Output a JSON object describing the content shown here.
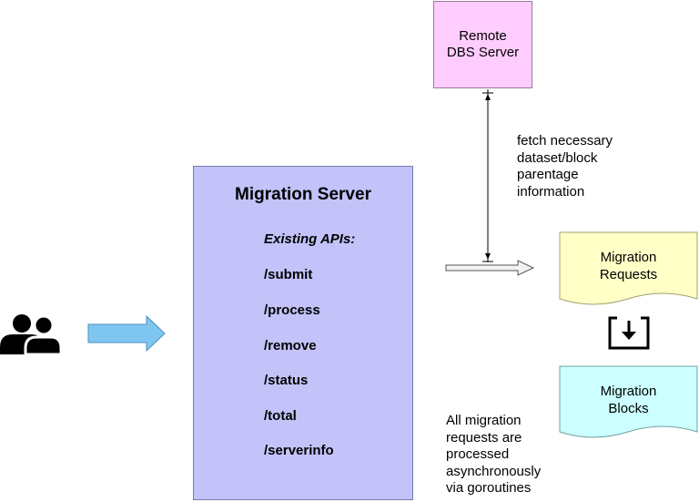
{
  "remote_dbs": {
    "line1": "Remote",
    "line2": "DBS Server"
  },
  "fetch_caption": [
    "fetch necessary",
    "dataset/block",
    "parentage",
    "information"
  ],
  "server": {
    "title": "Migration Server",
    "apis_heading": "Existing APIs:",
    "apis": [
      "/submit",
      "/process",
      "/remove",
      "/status",
      "/total",
      "/serverinfo"
    ]
  },
  "requests_doc": {
    "line1": "Migration",
    "line2": "Requests"
  },
  "blocks_doc": {
    "line1": "Migration",
    "line2": "Blocks"
  },
  "async_note": [
    "All migration",
    "requests are",
    "processed",
    "asynchronously",
    "via goroutines"
  ],
  "colors": {
    "dbs_fill": "#ffccff",
    "server_fill": "#c3c3fa",
    "requests_fill": "#ffffc6",
    "blocks_fill": "#ccffff",
    "arrow_blue": "#7ec6ef"
  },
  "icons": [
    "users-icon",
    "download-box-icon"
  ]
}
